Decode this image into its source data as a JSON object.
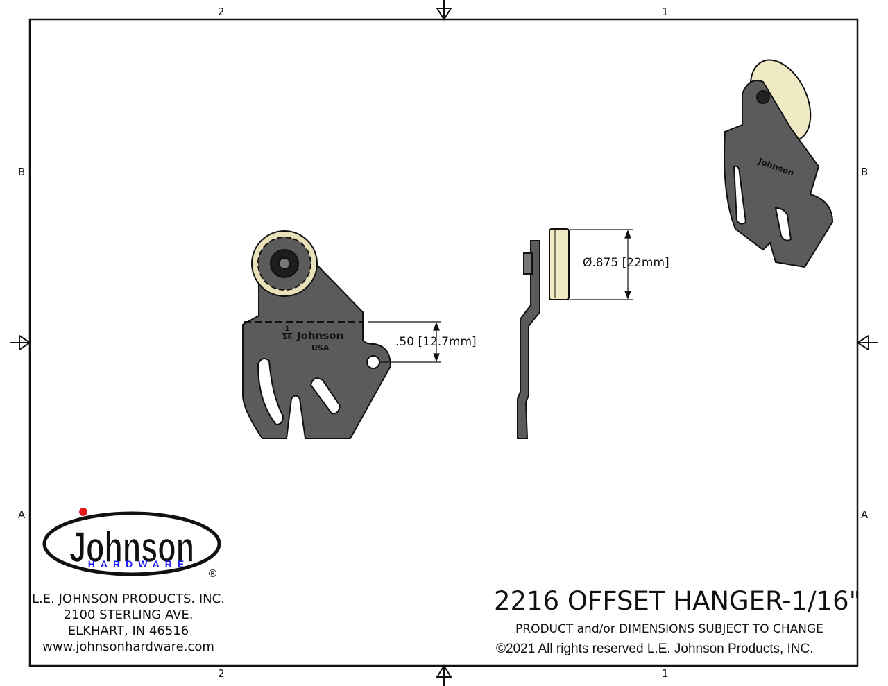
{
  "zones": {
    "top_left": "2",
    "top_right": "1",
    "bottom_left": "2",
    "bottom_right": "1",
    "left_upper": "B",
    "right_upper": "B",
    "left_lower": "A",
    "right_lower": "A"
  },
  "part_marking": {
    "fraction_num": "1",
    "fraction_den": "16",
    "brand": "Johnson",
    "origin": "USA"
  },
  "dimensions": {
    "offset": ".50 [12.7mm]",
    "diameter": "Ø.875 [22mm]"
  },
  "logo": {
    "brand": "Johnson",
    "sub": "HARDWARE",
    "registered": "®",
    "dot_color": "#e51b1b",
    "sub_color": "#1a1aff"
  },
  "company": {
    "name": "L.E. JOHNSON PRODUCTS. INC.",
    "street": "2100 STERLING AVE.",
    "city": "ELKHART, IN 46516",
    "web": "www.johnsonhardware.com"
  },
  "title_block": {
    "title": "2216 OFFSET HANGER-1/16\"",
    "notice": "PRODUCT and/or DIMENSIONS SUBJECT TO CHANGE",
    "copyright": "©2021 All rights reserved L.E. Johnson Products, INC."
  },
  "colors": {
    "plate": "#5b5b5b",
    "roller": "#efe9c4"
  }
}
